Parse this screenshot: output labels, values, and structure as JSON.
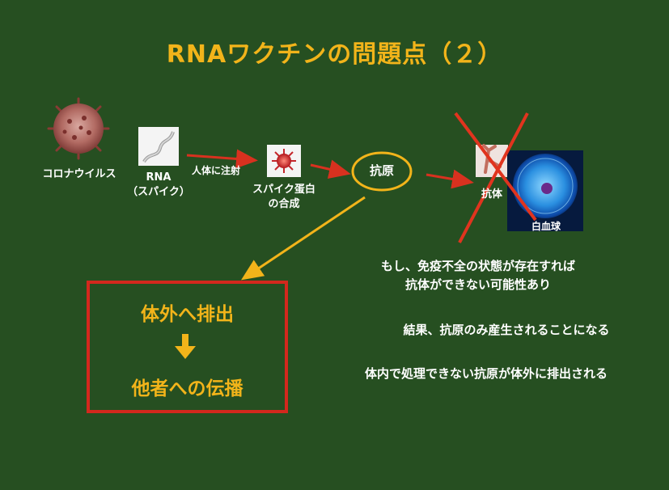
{
  "title": "RNAワクチンの問題点（２）",
  "nodes": {
    "coronavirus": "コロナウイルス",
    "rna_line1": "RNA",
    "rna_line2": "（スパイク）",
    "arrow_label": "人体に注射",
    "spike_line1": "スパイク蛋白",
    "spike_line2": "の合成",
    "antigen": "抗原",
    "antibody": "抗体",
    "white_blood_cell": "白血球"
  },
  "box": {
    "line1": "体外へ排出",
    "line2": "他者への伝播"
  },
  "notes": {
    "note1_line1": "もし、免疫不全の状態が存在すれば",
    "note1_line2": "抗体ができない可能性あり",
    "note2": "結果、抗原のみ産生されることになる",
    "note3": "体内で処理できない抗原が体外に排出される"
  },
  "colors": {
    "background": "#264f21",
    "accent_yellow": "#f2b41a",
    "arrow_red": "#d8311f",
    "cross_red": "#e0341e",
    "box_border": "#d3281d"
  }
}
